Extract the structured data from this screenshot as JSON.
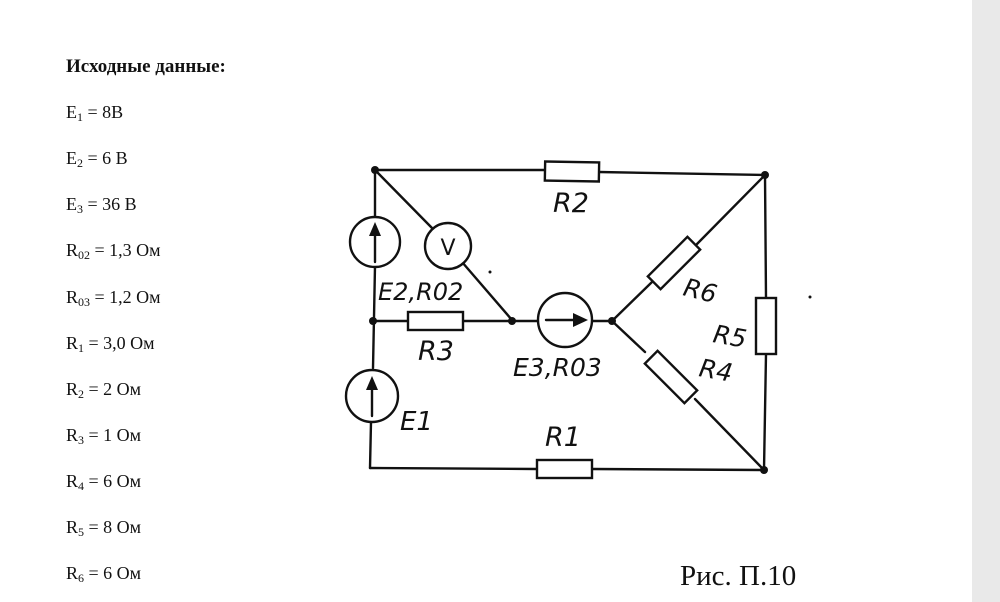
{
  "heading": "Исходные данные:",
  "params": [
    {
      "sym": "E",
      "sub": "1",
      "rest": " = 8В"
    },
    {
      "sym": "E",
      "sub": "2",
      "rest": " = 6 В"
    },
    {
      "sym": "E",
      "sub": "3",
      "rest": " = 36 В"
    },
    {
      "sym": "R",
      "sub": "02",
      "rest": " = 1,3 Ом"
    },
    {
      "sym": "R",
      "sub": "03",
      "rest": " = 1,2 Ом"
    },
    {
      "sym": "R",
      "sub": "1",
      "rest": " = 3,0 Ом"
    },
    {
      "sym": "R",
      "sub": "2",
      "rest": " = 2 Ом"
    },
    {
      "sym": "R",
      "sub": "3",
      "rest": " = 1 Ом"
    },
    {
      "sym": "R",
      "sub": "4",
      "rest": " = 6 Ом"
    },
    {
      "sym": "R",
      "sub": "5",
      "rest": " = 8 Ом"
    },
    {
      "sym": "R",
      "sub": "6",
      "rest": " = 6 Ом"
    }
  ],
  "diagram": {
    "label_r2": "R2",
    "label_r6": "R6",
    "label_r5": "R5",
    "label_r4": "R4",
    "label_r3": "R3",
    "label_r1": "R1",
    "label_e2_r02": "E2,R02",
    "label_e3_r03": "E3,R03",
    "label_e1": "E1",
    "voltmeter": "V"
  },
  "caption": "Рис. П.10"
}
